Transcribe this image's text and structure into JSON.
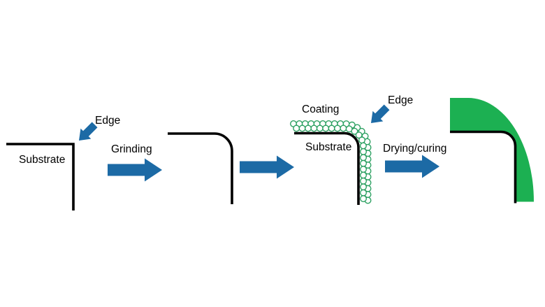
{
  "diagram": {
    "panel1": {
      "substrate_label": "Substrate",
      "edge_label": "Edge"
    },
    "step1": {
      "label": "Grinding"
    },
    "panel3": {
      "coating_label": "Coating",
      "substrate_label": "Substrate",
      "edge_label": "Edge"
    },
    "step3": {
      "label": "Drying/curing"
    },
    "colors": {
      "arrow_blue": "#1c6aa5",
      "coating_particle_green": "#2ea163",
      "cured_coating_green": "#1cb052",
      "substrate_line_black": "#000000",
      "background": "#ffffff"
    }
  }
}
